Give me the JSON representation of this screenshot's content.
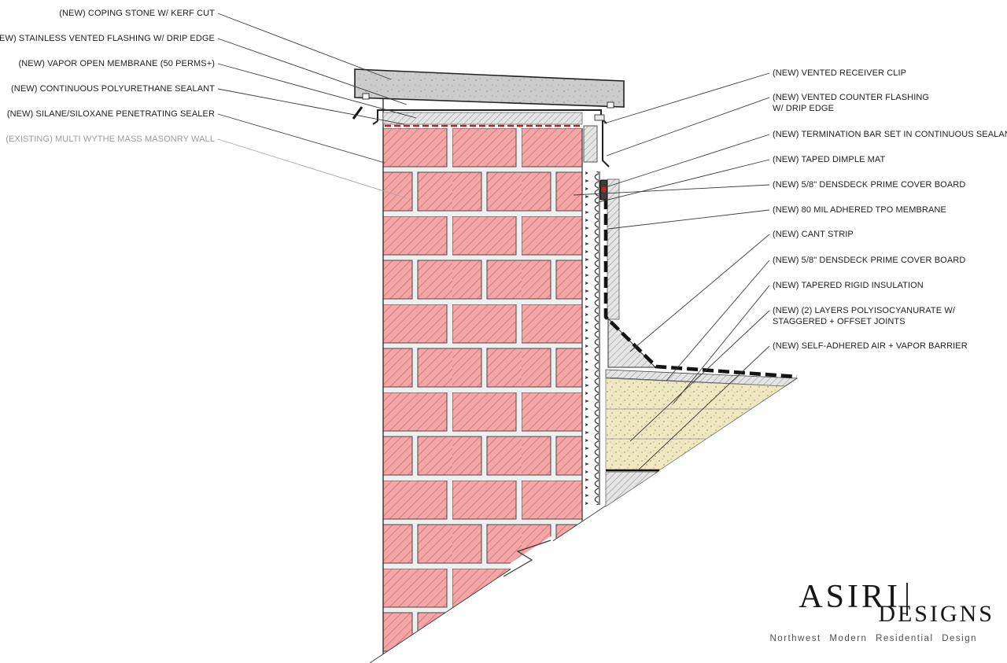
{
  "callouts_left": [
    {
      "text": "(NEW) COPING STONE W/ KERF CUT"
    },
    {
      "text": "(NEW) STAINLESS VENTED FLASHING W/ DRIP EDGE"
    },
    {
      "text": "(NEW) VAPOR OPEN MEMBRANE (50 PERMS+)"
    },
    {
      "text": "(NEW) CONTINUOUS POLYURETHANE SEALANT"
    },
    {
      "text": "(NEW) SILANE/SILOXANE PENETRATING SEALER"
    },
    {
      "text": "(EXISTING) MULTI WYTHE MASS MASONRY WALL"
    }
  ],
  "callouts_right": [
    {
      "text": "(NEW) VENTED RECEIVER CLIP"
    },
    {
      "text": "(NEW) VENTED COUNTER FLASHING\nW/ DRIP EDGE"
    },
    {
      "text": "(NEW) TERMINATION BAR SET IN CONTINUOUS SEALANT"
    },
    {
      "text": "(NEW) TAPED DIMPLE MAT"
    },
    {
      "text": "(NEW) 5/8\" DENSDECK PRIME COVER BOARD"
    },
    {
      "text": "(NEW) 80 MIL ADHERED TPO MEMBRANE"
    },
    {
      "text": "(NEW) CANT STRIP"
    },
    {
      "text": "(NEW) 5/8\" DENSDECK PRIME COVER BOARD"
    },
    {
      "text": "(NEW) TAPERED RIGID INSULATION"
    },
    {
      "text": "(NEW) (2) LAYERS POLYISOCYANURATE W/\nSTAGGERED + OFFSET JOINTS"
    },
    {
      "text": "(NEW) SELF-ADHERED AIR + VAPOR BARRIER"
    }
  ],
  "brand": {
    "primary": "ASIRI",
    "secondary": "DESIGNS",
    "tagline": "Northwest Modern Residential Design"
  },
  "colors": {
    "brick_fill": "#f4a6a6",
    "brick_hatch": "#c56a6a",
    "mortar": "#f0efef",
    "coping_gray": "#cccccc",
    "insulation_tan": "#efe8c2",
    "gray_hatch_fill": "#e4e4e4",
    "sealant_red": "#c32222",
    "membrane_black": "#141414",
    "line_dark": "#333333",
    "muted_label": "#9c9c9c"
  }
}
